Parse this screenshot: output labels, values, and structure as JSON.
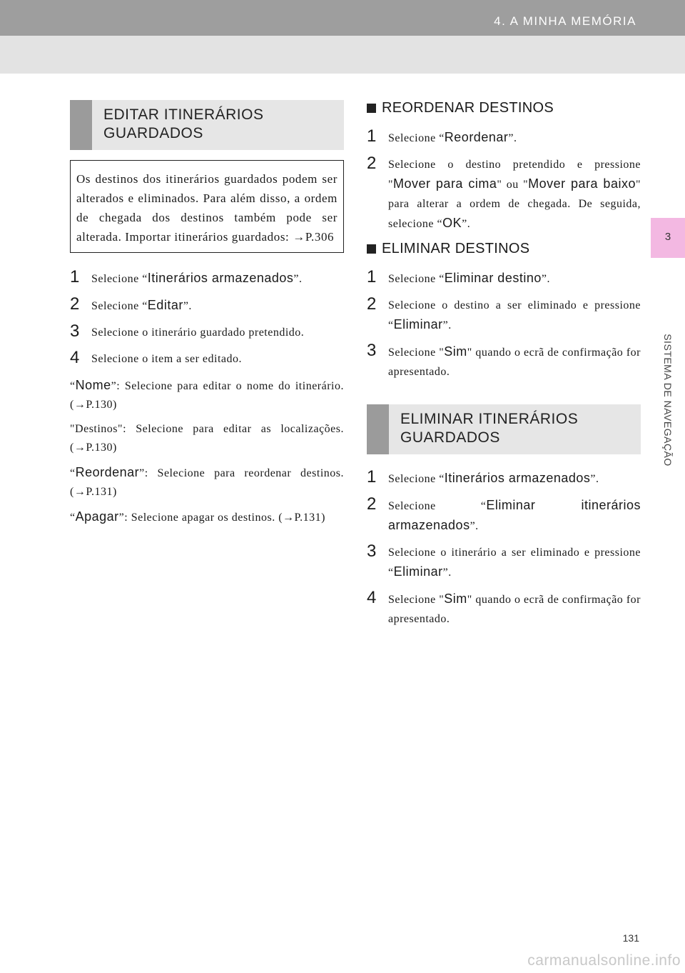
{
  "header": {
    "chapter": "4. A MINHA MEMÓRIA"
  },
  "side_tab": {
    "number": "3",
    "label": "SISTEMA DE NAVEGAÇÃO"
  },
  "left": {
    "section_title": "EDITAR ITINERÁRIOS GUARDADOS",
    "intro": "Os destinos dos itinerários guardados podem ser alterados e eliminados. Para além disso, a ordem de chegada dos destinos também pode ser alterada. Importar itinerários guardados: →P.306",
    "steps": [
      {
        "num": "1",
        "pre": "Selecione “",
        "ui": "Itinerários armazenados",
        "post": "”."
      },
      {
        "num": "2",
        "pre": "Selecione “",
        "ui": "Editar",
        "post": "”."
      },
      {
        "num": "3",
        "pre": "Selecione o itinerário guardado pretendido.",
        "ui": "",
        "post": ""
      },
      {
        "num": "4",
        "pre": "Selecione o item a ser editado.",
        "ui": "",
        "post": ""
      }
    ],
    "options": [
      {
        "pre": "“",
        "ui": "Nome",
        "post": "”: Selecione para editar o nome do itinerário. (→P.130)"
      },
      {
        "pre": "\"Destinos\": Selecione para editar as localizações. (→P.130)",
        "ui": "",
        "post": ""
      },
      {
        "pre": "“",
        "ui": "Reordenar",
        "post": "”: Selecione para reordenar destinos. (→P.131)"
      },
      {
        "pre": "“",
        "ui": "Apagar",
        "post": "”: Selecione apagar os destinos. (→P.131)"
      }
    ]
  },
  "right": {
    "reorder": {
      "title": "REORDENAR DESTINOS",
      "steps": [
        {
          "num": "1",
          "pre": "Selecione “",
          "ui": "Reordenar",
          "post": "”."
        },
        {
          "num": "2",
          "pre": "Selecione o destino pretendido e pressione \"",
          "ui": "Mover para cima",
          "mid": "\" ou \"",
          "ui2": "Mover para baixo",
          "post": "\" para alterar a ordem de chegada. De seguida, selecione “",
          "ui3": "OK",
          "end": "”."
        }
      ]
    },
    "delete_dest": {
      "title": "ELIMINAR DESTINOS",
      "steps": [
        {
          "num": "1",
          "pre": "Selecione “",
          "ui": "Eliminar destino",
          "post": "”."
        },
        {
          "num": "2",
          "pre": "Selecione o destino a ser eliminado e pressione “",
          "ui": "Eliminar",
          "post": "”."
        },
        {
          "num": "3",
          "pre": "Selecione \"",
          "ui": "Sim",
          "post": "\" quando o ecrã de confirmação for apresentado."
        }
      ]
    },
    "delete_routes": {
      "section_title": "ELIMINAR ITINERÁRIOS GUARDADOS",
      "steps": [
        {
          "num": "1",
          "pre": "Selecione “",
          "ui": "Itinerários armazenados",
          "post": "”."
        },
        {
          "num": "2",
          "pre": "Selecione “",
          "ui": "Eliminar itinerários armazenados",
          "post": "”."
        },
        {
          "num": "3",
          "pre": "Selecione o itinerário a ser eliminado e pressione “",
          "ui": "Eliminar",
          "post": "”."
        },
        {
          "num": "4",
          "pre": "Selecione \"",
          "ui": "Sim",
          "post": "\" quando o ecrã de confirmação for apresentado."
        }
      ]
    }
  },
  "page_number": "131",
  "watermark": "carmanualsonline.info"
}
